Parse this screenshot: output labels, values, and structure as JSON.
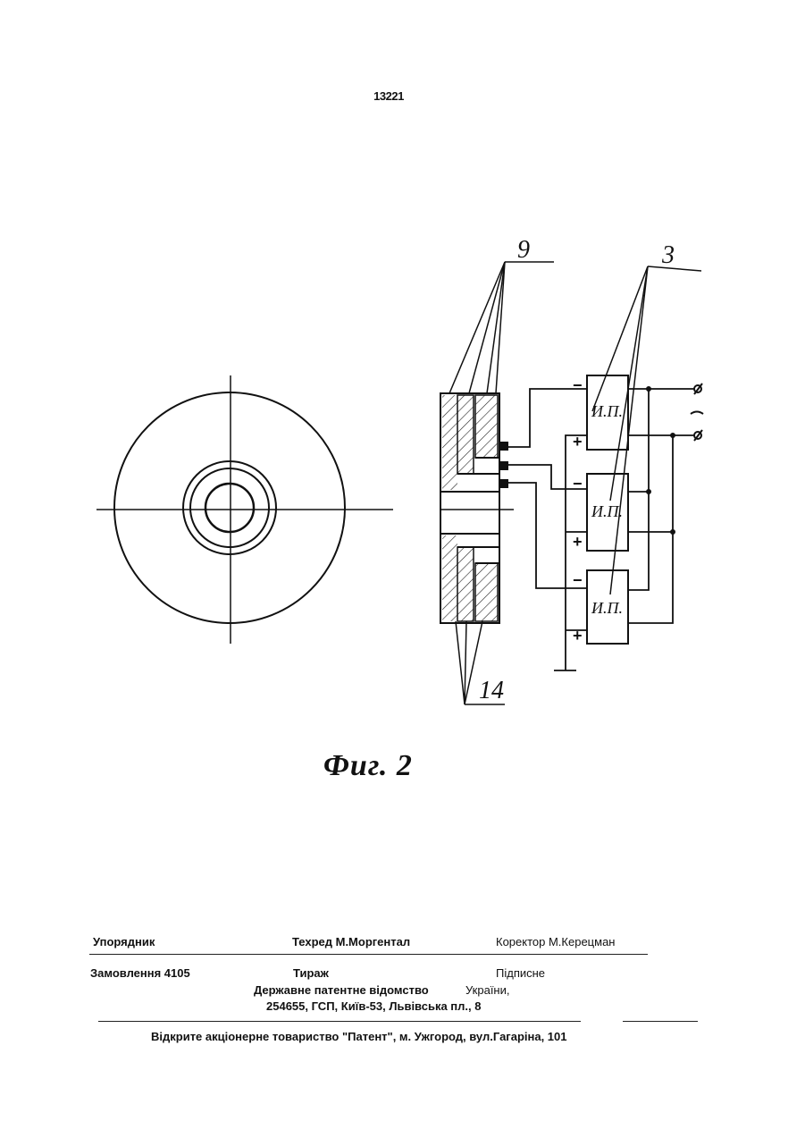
{
  "header": {
    "page_number": "13221"
  },
  "figure": {
    "labels": {
      "ref_9": "9",
      "ref_3": "3",
      "ref_14": "14",
      "unit": "И.П."
    },
    "polarity": {
      "minus": "−",
      "plus": "+"
    },
    "caption": "Фиг. 2"
  },
  "imprint": {
    "compiler_label": "Упорядник",
    "techred": "Техред М.Моргентал",
    "corrector": "Коректор М.Керецман",
    "order": "Замовлення 4105",
    "circulation": "Тираж",
    "subscription": "Підписне",
    "office_line": "Державне патентне відомство",
    "office_country": "України,",
    "address": "254655, ГСП, Київ-53, Львівська пл., 8",
    "publisher": "Відкрите акціонерне товариство \"Патент\", м. Ужгород, вул.Гагаріна, 101"
  }
}
